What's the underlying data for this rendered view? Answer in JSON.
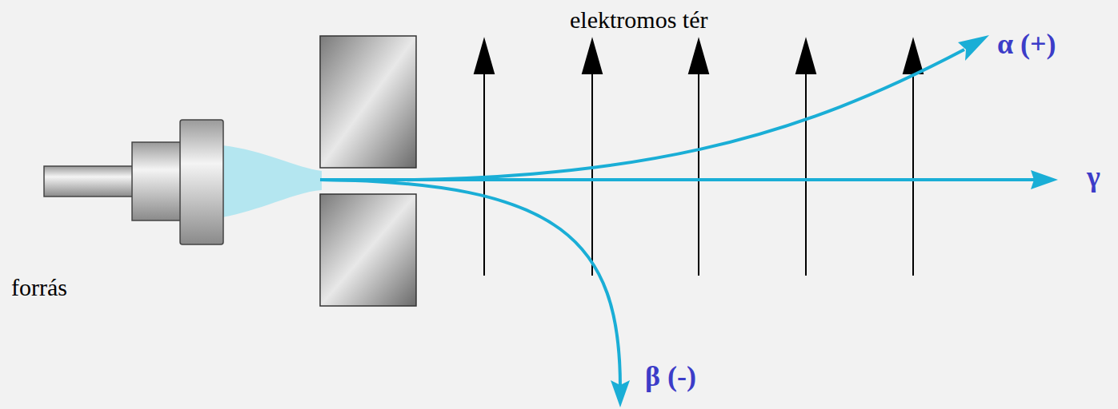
{
  "diagram": {
    "labels": [
      "elektromos tér",
      "forrás",
      "α (+)",
      "γ",
      "β (-)"
    ]
  }
}
